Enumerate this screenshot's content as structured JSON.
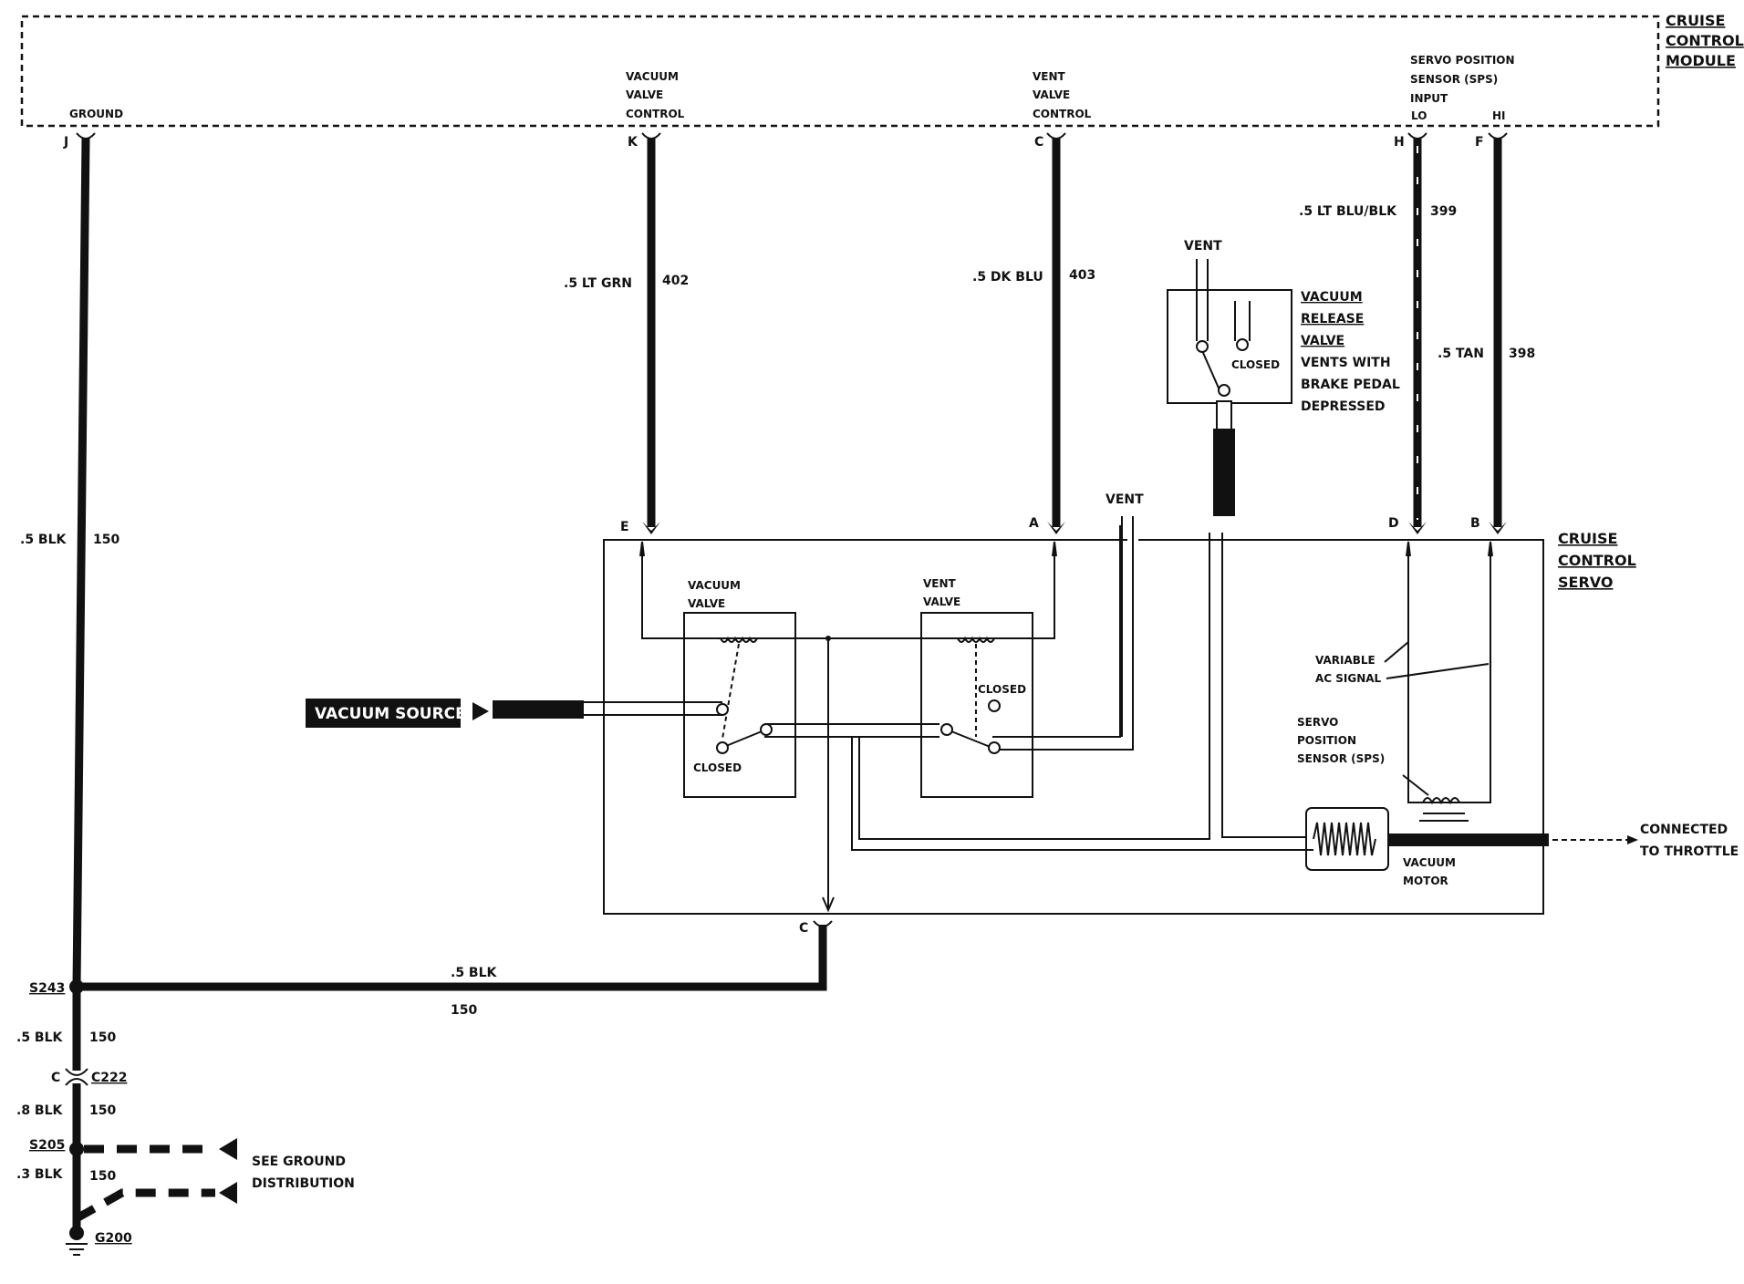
{
  "module": {
    "title_lines": [
      "CRUISE",
      "CONTROL",
      "MODULE"
    ],
    "terminals": {
      "ground": {
        "label": "GROUND",
        "pin": "J"
      },
      "vacuum_valve_control": {
        "label_lines": [
          "VACUUM",
          "VALVE",
          "CONTROL"
        ],
        "pin": "K"
      },
      "vent_valve_control": {
        "label_lines": [
          "VENT",
          "VALVE",
          "CONTROL"
        ],
        "pin": "C"
      },
      "sps_input": {
        "label_lines": [
          "SERVO POSITION",
          "SENSOR (SPS)",
          "INPUT"
        ],
        "lo": "LO",
        "hi": "HI",
        "lo_pin": "H",
        "hi_pin": "F"
      }
    }
  },
  "wires": {
    "ground_main": {
      "gauge": ".5 BLK",
      "circuit": "150"
    },
    "vacuum_valve": {
      "gauge": ".5 LT GRN",
      "circuit": "402"
    },
    "vent_valve": {
      "gauge": ".5 DK BLU",
      "circuit": "403"
    },
    "sps_lo": {
      "gauge": ".5 LT BLU/BLK",
      "circuit": "399"
    },
    "sps_hi": {
      "gauge": ".5 TAN",
      "circuit": "398"
    },
    "servo_ground": {
      "gauge": ".5 BLK",
      "circuit": "150"
    },
    "after_s243": {
      "gauge": ".5 BLK",
      "circuit": "150"
    },
    "after_c222": {
      "gauge": ".8 BLK",
      "circuit": "150"
    },
    "after_s205": {
      "gauge": ".3 BLK",
      "circuit": "150"
    }
  },
  "splices": {
    "s243": "S243",
    "s205": "S205"
  },
  "connector": {
    "c222": "C222",
    "pin": "C"
  },
  "ground_point": "G200",
  "ground_distribution": [
    "SEE GROUND",
    "DISTRIBUTION"
  ],
  "servo": {
    "title_lines": [
      "CRUISE",
      "CONTROL",
      "SERVO"
    ],
    "pins": {
      "e": "E",
      "a": "A",
      "d": "D",
      "b": "B",
      "c": "C"
    },
    "vacuum_valve_lines": [
      "VACUUM",
      "VALVE"
    ],
    "vent_valve_lines": [
      "VENT",
      "VALVE"
    ],
    "closed": "CLOSED",
    "vent": "VENT",
    "variable_ac_lines": [
      "VARIABLE",
      "AC SIGNAL"
    ],
    "sps_lines": [
      "SERVO",
      "POSITION",
      "SENSOR (SPS)"
    ],
    "vacuum_motor_lines": [
      "VACUUM",
      "MOTOR"
    ]
  },
  "release_valve": {
    "vent": "VENT",
    "closed": "CLOSED",
    "lines": [
      "VACUUM",
      "RELEASE",
      "VALVE",
      "VENTS WITH",
      "BRAKE PEDAL",
      "DEPRESSED"
    ]
  },
  "vacuum_source": "VACUUM SOURCE",
  "throttle_lines": [
    "CONNECTED",
    "TO THROTTLE"
  ]
}
